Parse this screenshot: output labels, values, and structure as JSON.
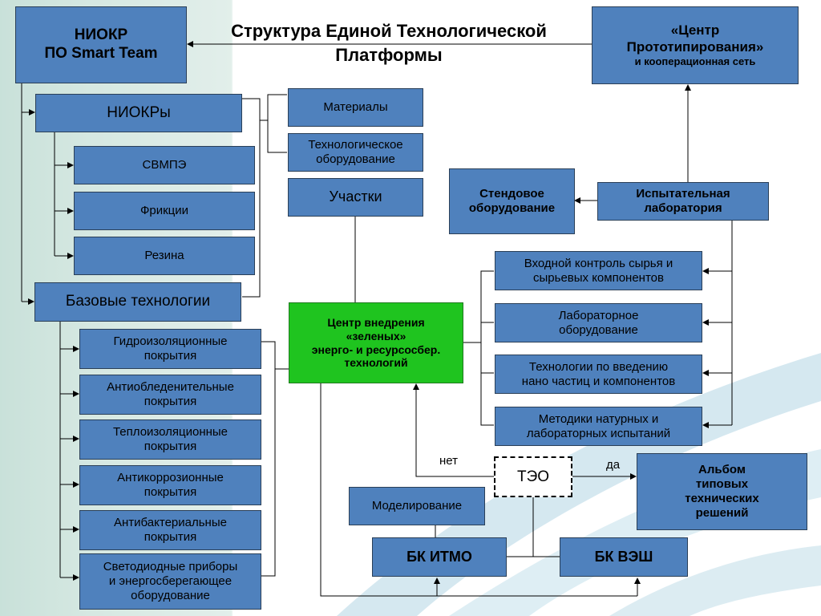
{
  "title_line1": "Структура Единой Технологической",
  "title_line2": "Платформы",
  "niokr_smart": {
    "line1": "НИОКР",
    "line2": "ПО Smart Team"
  },
  "center_proto": {
    "line1": "«Центр",
    "line2": "Прототипирования»",
    "line3": "и кооперационная сеть"
  },
  "niokry": "НИОКРы",
  "svmpe": "СВМПЭ",
  "friction": "Фрикции",
  "rubber": "Резина",
  "materials": "Материалы",
  "tech_equipment": {
    "line1": "Технологическое",
    "line2": "оборудование"
  },
  "sites": "Участки",
  "base_tech": "Базовые технологии",
  "coatings": [
    {
      "line1": "Гидроизоляционные",
      "line2": "покрытия"
    },
    {
      "line1": "Антиобледенительные",
      "line2": "покрытия"
    },
    {
      "line1": "Теплоизоляционные",
      "line2": "покрытия"
    },
    {
      "line1": "Антикоррозионные",
      "line2": "покрытия"
    },
    {
      "line1": "Антибактериальные",
      "line2": "покрытия"
    },
    {
      "line1": "Светодиодные приборы",
      "line2": "и энергосберегающее",
      "line3": "оборудование"
    }
  ],
  "center_green": {
    "line1": "Центр внедрения",
    "line2": "«зеленых»",
    "line3": "энерго- и ресурсосбер.",
    "line4": "технологий"
  },
  "stand": {
    "line1": "Стендовое",
    "line2": "оборудование"
  },
  "test_lab": {
    "line1": "Испытательная",
    "line2": "лаборатория"
  },
  "lab_items": [
    {
      "line1": "Входной контроль сырья и",
      "line2": "сырьевых компонентов"
    },
    {
      "line1": "Лабораторное",
      "line2": "оборудование"
    },
    {
      "line1": "Технологии по введению",
      "line2": "нано частиц и компонентов"
    },
    {
      "line1": "Методики натурных и",
      "line2": "лабораторных испытаний"
    }
  ],
  "teo": "ТЭО",
  "no_label": "нет",
  "yes_label": "да",
  "album": {
    "line1": "Альбом",
    "line2": "типовых",
    "line3": "технических",
    "line4": "решений"
  },
  "modeling": "Моделирование",
  "bk_itmo": "БК ИТМО",
  "bk_vesh": "БК ВЭШ"
}
